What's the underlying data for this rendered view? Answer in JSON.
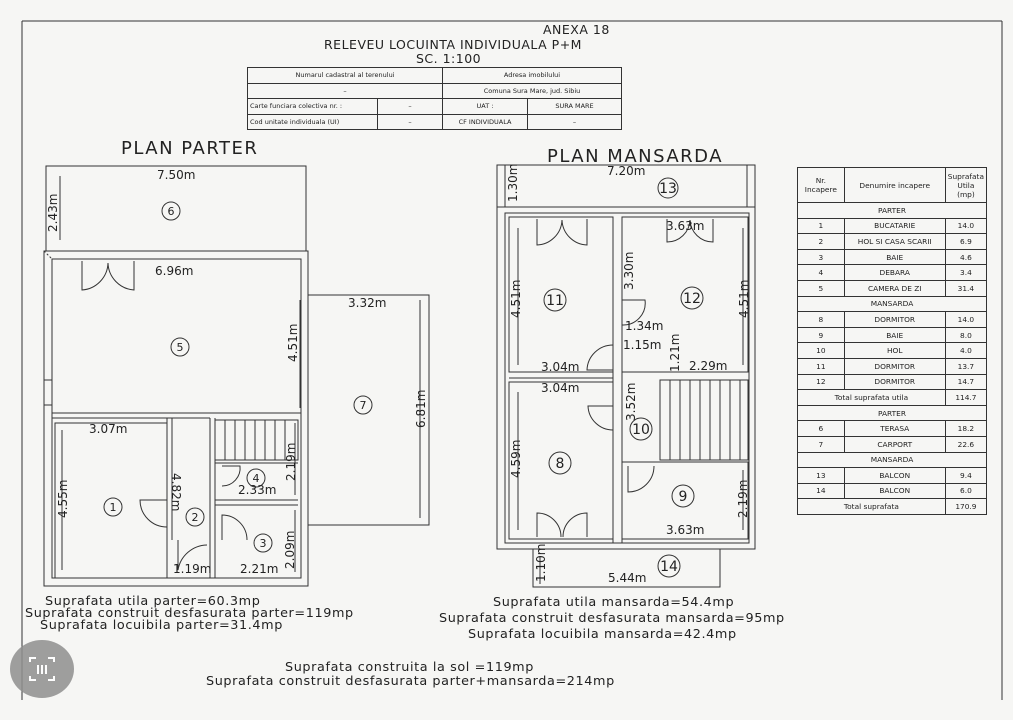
{
  "header": {
    "annex": "ANEXA 18",
    "title": "RELEVEU LOCUINTA INDIVIDUALA P+M",
    "scale": "SC. 1:100"
  },
  "info_table": {
    "col1_header": "Numarul cadastral al terenului",
    "col2_header": "Adresa imobilului",
    "cadastral": "–",
    "address": "Comuna Sura Mare, jud. Sibiu",
    "carte_label": "Carte funciara colectiva nr. :",
    "carte_value": "–",
    "uat_label": "UAT :",
    "uat_value": "SURA MARE",
    "cod_label": "Cod unitate individuala (UI)",
    "cod_value": "–",
    "cf_label": "CF INDIVIDUALA",
    "cf_value": "–"
  },
  "plan_parter": {
    "title": "PLAN PARTER",
    "dims": [
      "7.50m",
      "2.43m",
      "6.96m",
      "4.51m",
      "3.32m",
      "6.81m",
      "3.07m",
      "4.55m",
      "4.82m",
      "2.19m",
      "2.33m",
      "2.09m",
      "1.19m",
      "2.21m"
    ],
    "rooms": [
      "6",
      "5",
      "7",
      "1",
      "2",
      "3",
      "4"
    ],
    "summary": [
      "Suprafata utila parter=60.3mp",
      "Suprafata construit desfasurata parter=119mp",
      "Suprafata locuibila parter=31.4mp"
    ]
  },
  "plan_mansarda": {
    "title": "PLAN MANSARDA",
    "dims": [
      "7.20m",
      "1.30m",
      "3.63m",
      "4.51m",
      "3.30m",
      "4.51m",
      "1.34m",
      "1.15m",
      "1.21m",
      "3.04m",
      "2.29m",
      "3.04m",
      "3.52m",
      "4.59m",
      "2.19m",
      "3.63m",
      "1.10m",
      "5.44m"
    ],
    "rooms": [
      "13",
      "11",
      "12",
      "10",
      "8",
      "9",
      "14"
    ],
    "summary": [
      "Suprafata utila mansarda=54.4mp",
      "Suprafata construit desfasurata mansarda=95mp",
      "Suprafata locuibila mansarda=42.4mp"
    ]
  },
  "footer": [
    "Suprafata construita la sol =119mp",
    "Suprafata construit desfasurata parter+mansarda=214mp"
  ],
  "rooms_table": {
    "headers": [
      "Nr. Incapere",
      "Denumire incapere",
      "Suprafata Utila (mp)"
    ],
    "rows": [
      {
        "section": "PARTER"
      },
      {
        "nr": "1",
        "name": "BUCATARIE",
        "area": "14.0"
      },
      {
        "nr": "2",
        "name": "HOL SI CASA SCARII",
        "area": "6.9"
      },
      {
        "nr": "3",
        "name": "BAIE",
        "area": "4.6"
      },
      {
        "nr": "4",
        "name": "DEBARA",
        "area": "3.4"
      },
      {
        "nr": "5",
        "name": "CAMERA DE ZI",
        "area": "31.4"
      },
      {
        "section": "MANSARDA"
      },
      {
        "nr": "8",
        "name": "DORMITOR",
        "area": "14.0"
      },
      {
        "nr": "9",
        "name": "BAIE",
        "area": "8.0"
      },
      {
        "nr": "10",
        "name": "HOL",
        "area": "4.0"
      },
      {
        "nr": "11",
        "name": "DORMITOR",
        "area": "13.7"
      },
      {
        "nr": "12",
        "name": "DORMITOR",
        "area": "14.7"
      },
      {
        "total": "Total suprafata utila",
        "area": "114.7"
      },
      {
        "section": "PARTER"
      },
      {
        "nr": "6",
        "name": "TERASA",
        "area": "18.2"
      },
      {
        "nr": "7",
        "name": "CARPORT",
        "area": "22.6"
      },
      {
        "section": "MANSARDA"
      },
      {
        "nr": "13",
        "name": "BALCON",
        "area": "9.4"
      },
      {
        "nr": "14",
        "name": "BALCON",
        "area": "6.0"
      },
      {
        "total": "Total suprafata",
        "area": "170.9"
      }
    ]
  },
  "colors": {
    "ink": "#222222",
    "paper": "#f6f6f4",
    "badge": "#8f8f8f"
  },
  "icons": {
    "badge": "scan-text-icon"
  }
}
